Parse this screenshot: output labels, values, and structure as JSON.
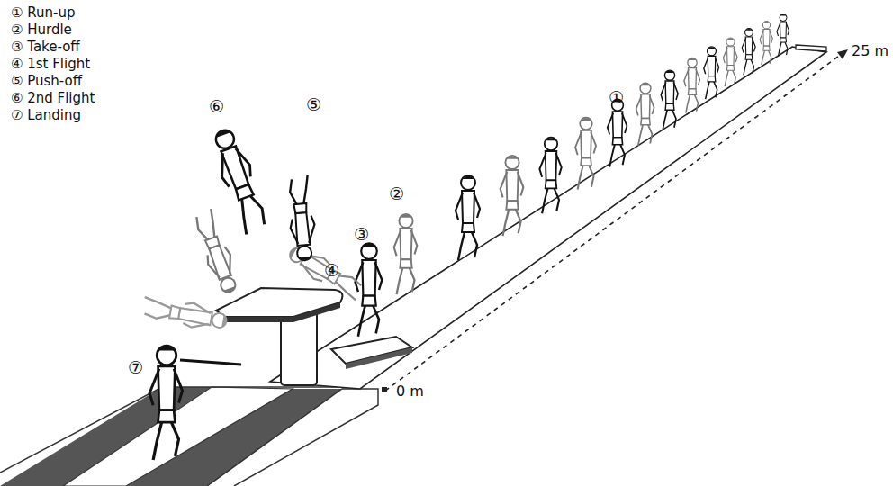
{
  "diagram": {
    "labels": [
      "① Run-up",
      "② Hurdle",
      "③ Take-off",
      "④ 1st Flight",
      "⑤ Push-off",
      "⑥ 2nd Flight",
      "⑦ Landing",
      "①",
      "②",
      "③",
      "④",
      "⑤",
      "⑥",
      "⑦",
      "25 m",
      "0 m"
    ]
  }
}
